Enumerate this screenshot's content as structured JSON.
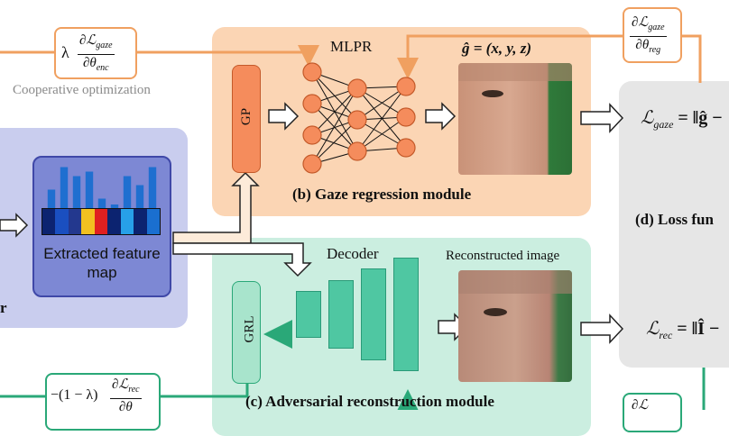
{
  "top_left_equation": {
    "prefix": "λ",
    "numerator": "∂ℒ",
    "numerator_sub": "gaze",
    "denominator": "∂θ",
    "denominator_sub": "enc"
  },
  "cooperative_label": "Cooperative optimization",
  "top_right_equation": {
    "numerator": "∂ℒ",
    "numerator_sub": "gaze",
    "denominator": "∂θ",
    "denominator_sub": "reg"
  },
  "mlpr_label": "MLPR",
  "gaze_output_label": "ĝ = (x, y, z)",
  "gp_label": "GP",
  "gaze_module_label": "(b) Gaze regression module",
  "loss_gaze": {
    "symbol": "ℒ",
    "sub": "gaze",
    "rhs": "= ‖ĝ −"
  },
  "loss_module_label": "(d) Loss fun",
  "feature_map_label": "Extracted feature map",
  "encoder_tail_label": "r",
  "decoder_label": "Decoder",
  "reconstructed_label": "Reconstructed image",
  "grl_label": "GRL",
  "loss_rec": {
    "symbol": "ℒ",
    "sub": "rec",
    "rhs": "= ‖Î −"
  },
  "bottom_left_equation": {
    "prefix": "−(1 − λ)",
    "numerator": "∂ℒ",
    "numerator_sub": "rec",
    "denominator": "∂θ"
  },
  "recon_module_label": "(c) Adversarial reconstruction module",
  "bottom_right_equation": {
    "numerator": "∂ℒ"
  },
  "colors": {
    "orange": "#f0a060",
    "green": "#2aa878",
    "blue_dark": "#3f48a8",
    "bar_blue": "#1f6fd0"
  },
  "feature_bars": [
    0.45,
    0.95,
    0.75,
    0.85,
    0.25,
    0.12,
    0.75,
    0.55,
    0.95
  ]
}
